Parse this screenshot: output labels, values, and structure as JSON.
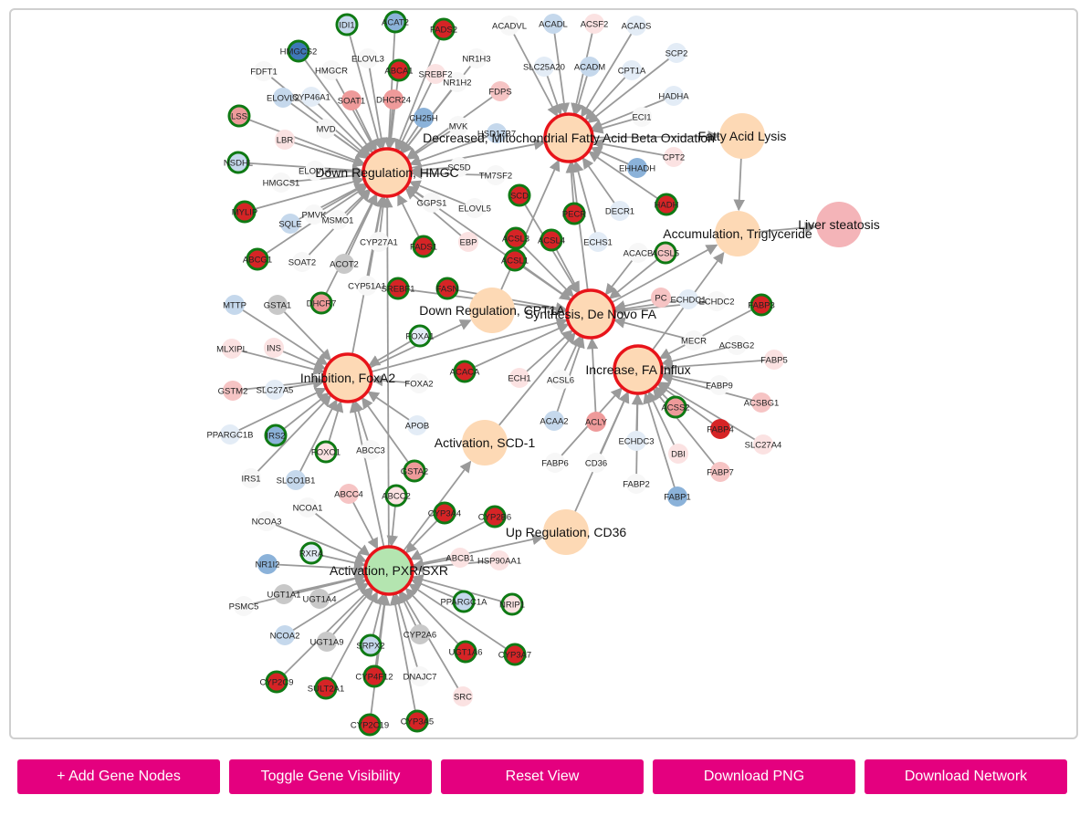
{
  "colors": {
    "edge": "#9a9a9a",
    "hub_stroke": "#e8141a",
    "hub_fill": "#fdd9b5",
    "hub_fill_pxr": "#b4e5b0",
    "process_fill": "#fdd9b5",
    "steatosis_fill": "#f4b4b8",
    "ring": "#0f7a14",
    "button": "#e4007f",
    "button_text": "#ffffff"
  },
  "palette": {
    "dblue": "#3f78b8",
    "blue": "#8bb2d9",
    "lblue": "#c5d8ec",
    "vlblue": "#e3ecf6",
    "white": "#f7f7f7",
    "vlpink": "#fbe2e2",
    "lpink": "#f6c4c4",
    "pink": "#ee9a9a",
    "red": "#d62426",
    "gray": "#c8c8c8"
  },
  "hubs": [
    {
      "id": "hmgc",
      "label": "Down Regulation, HMGC",
      "fill": "hub"
    },
    {
      "id": "fao",
      "label": "Decreased, Mitochondrial Fatty Acid Beta Oxidation",
      "fill": "hub"
    },
    {
      "id": "dnfa",
      "label": "Synthesis, De Novo FA",
      "fill": "hub"
    },
    {
      "id": "fain",
      "label": "Increase, FA Influx",
      "fill": "hub"
    },
    {
      "id": "foxa2",
      "label": "Inhibition, FoxA2",
      "fill": "hub"
    },
    {
      "id": "pxr",
      "label": "Activation, PXR/SXR",
      "fill": "pxr"
    }
  ],
  "processes": [
    {
      "id": "fal",
      "label": "Fatty Acid Lysis"
    },
    {
      "id": "tg",
      "label": "Accumulation, Triglyceride"
    },
    {
      "id": "cpt",
      "label": "Down Regulation, CPT1A"
    },
    {
      "id": "scd",
      "label": "Activation, SCD-1"
    },
    {
      "id": "cd36",
      "label": "Up Regulation, CD36"
    },
    {
      "id": "steat",
      "label": "Liver steatosis",
      "fill": "steatosis"
    }
  ],
  "genes": [
    {
      "label": "IDI1",
      "c": "lblue",
      "ring": true,
      "hub": "hmgc"
    },
    {
      "label": "ACAT2",
      "c": "blue",
      "ring": true,
      "hub": "hmgc"
    },
    {
      "label": "FADS2",
      "c": "red",
      "ring": true,
      "hub": "hmgc"
    },
    {
      "label": "HMGCS2",
      "c": "dblue",
      "ring": true,
      "hub": "hmgc"
    },
    {
      "label": "FDFT1",
      "c": "white",
      "hub": "hmgc"
    },
    {
      "label": "HMGCR",
      "c": "white",
      "hub": "hmgc"
    },
    {
      "label": "ELOVL3",
      "c": "white",
      "hub": "hmgc"
    },
    {
      "label": "ABCA1",
      "c": "red",
      "ring": true,
      "hub": "hmgc"
    },
    {
      "label": "SREBF2",
      "c": "vlpink",
      "hub": "hmgc"
    },
    {
      "label": "NR1H3",
      "c": "white",
      "hub": "hmgc"
    },
    {
      "label": "NR1H2",
      "c": "white",
      "hub": "hmgc"
    },
    {
      "label": "FDPS",
      "c": "lpink",
      "hub": "hmgc"
    },
    {
      "label": "ELOVL2",
      "c": "lblue",
      "hub": "hmgc"
    },
    {
      "label": "CYP46A1",
      "c": "vlblue",
      "hub": "hmgc"
    },
    {
      "label": "SOAT1",
      "c": "pink",
      "hub": "hmgc"
    },
    {
      "label": "DHCR24",
      "c": "pink",
      "hub": "hmgc"
    },
    {
      "label": "LSS",
      "c": "pink",
      "ring": true,
      "hub": "hmgc"
    },
    {
      "label": "MVD",
      "c": "white",
      "hub": "hmgc"
    },
    {
      "label": "CH25H",
      "c": "blue",
      "hub": "hmgc"
    },
    {
      "label": "MVK",
      "c": "white",
      "hub": "hmgc"
    },
    {
      "label": "HSD17B7",
      "c": "lblue",
      "hub": "hmgc"
    },
    {
      "label": "LBR",
      "c": "vlpink",
      "hub": "hmgc"
    },
    {
      "label": "NSDHL",
      "c": "lblue",
      "ring": true,
      "hub": "hmgc"
    },
    {
      "label": "ELOVL4",
      "c": "white",
      "hub": "hmgc"
    },
    {
      "label": "SC5D",
      "c": "white",
      "hub": "hmgc"
    },
    {
      "label": "TM7SF2",
      "c": "white",
      "hub": "hmgc"
    },
    {
      "label": "HMGCS1",
      "c": "white",
      "hub": "hmgc"
    },
    {
      "label": "GGPS1",
      "c": "white",
      "hub": "hmgc"
    },
    {
      "label": "MYLIP",
      "c": "red",
      "ring": true,
      "hub": "hmgc"
    },
    {
      "label": "PMVK",
      "c": "white",
      "hub": "hmgc"
    },
    {
      "label": "SQLE",
      "c": "lblue",
      "hub": "hmgc"
    },
    {
      "label": "MSMO1",
      "c": "white",
      "hub": "hmgc"
    },
    {
      "label": "ELOVL5",
      "c": "white",
      "hub": "hmgc"
    },
    {
      "label": "SCD",
      "c": "red",
      "ring": true,
      "hub": "dnfa"
    },
    {
      "label": "CYP27A1",
      "c": "white",
      "hub": "hmgc"
    },
    {
      "label": "FADS1",
      "c": "red",
      "ring": true,
      "hub": "hmgc"
    },
    {
      "label": "EBP",
      "c": "vlpink",
      "hub": "hmgc"
    },
    {
      "label": "ABCG1",
      "c": "red",
      "ring": true,
      "hub": "hmgc"
    },
    {
      "label": "SOAT2",
      "c": "white",
      "hub": "hmgc"
    },
    {
      "label": "ACOT2",
      "c": "gray",
      "hub": "hmgc"
    },
    {
      "label": "CYP51A1",
      "c": "white",
      "hub": "hmgc"
    },
    {
      "label": "SREBF1",
      "c": "red",
      "ring": true,
      "hub": "dnfa"
    },
    {
      "label": "DHCR7",
      "c": "pink",
      "ring": true,
      "hub": "hmgc"
    },
    {
      "label": "FASN",
      "c": "red",
      "ring": true,
      "hub": "dnfa"
    },
    {
      "label": "ACADVL",
      "c": "white",
      "hub": "fao"
    },
    {
      "label": "ACADL",
      "c": "lblue",
      "hub": "fao"
    },
    {
      "label": "ACSF2",
      "c": "vlpink",
      "hub": "fao"
    },
    {
      "label": "ACADS",
      "c": "vlblue",
      "hub": "fao"
    },
    {
      "label": "SCP2",
      "c": "vlblue",
      "hub": "fao"
    },
    {
      "label": "SLC25A20",
      "c": "vlblue",
      "hub": "fao"
    },
    {
      "label": "ACADM",
      "c": "lblue",
      "hub": "fao"
    },
    {
      "label": "CPT1A",
      "c": "vlblue",
      "hub": "fao"
    },
    {
      "label": "HADHA",
      "c": "vlblue",
      "hub": "fao"
    },
    {
      "label": "ECI1",
      "c": "white",
      "hub": "fao"
    },
    {
      "label": "CPT2",
      "c": "vlpink",
      "hub": "fao"
    },
    {
      "label": "EHHADH",
      "c": "blue",
      "hub": "fao"
    },
    {
      "label": "HADH",
      "c": "red",
      "ring": true,
      "hub": "fao"
    },
    {
      "label": "PECR",
      "c": "red",
      "ring": true,
      "hub": "fao"
    },
    {
      "label": "DECR1",
      "c": "vlblue",
      "hub": "fao"
    },
    {
      "label": "ECHS1",
      "c": "vlblue",
      "hub": "fao"
    },
    {
      "label": "ACSL3",
      "c": "red",
      "ring": true,
      "hub": "dnfa"
    },
    {
      "label": "ACSL4",
      "c": "red",
      "ring": true,
      "hub": "dnfa"
    },
    {
      "label": "ACSL1",
      "c": "red",
      "ring": true,
      "hub": "dnfa"
    },
    {
      "label": "ACACB",
      "c": "white",
      "hub": "dnfa"
    },
    {
      "label": "ACSL5",
      "c": "lpink",
      "ring": true,
      "hub": "dnfa"
    },
    {
      "label": "PC",
      "c": "lpink",
      "hub": "dnfa"
    },
    {
      "label": "ECHDC1",
      "c": "vlblue",
      "hub": "dnfa"
    },
    {
      "label": "ECHDC2",
      "c": "white",
      "hub": "dnfa"
    },
    {
      "label": "FABP3",
      "c": "red",
      "ring": true,
      "hub": "fain"
    },
    {
      "label": "MECR",
      "c": "white",
      "hub": "dnfa"
    },
    {
      "label": "ACSBG2",
      "c": "white",
      "hub": "fain"
    },
    {
      "label": "FABP5",
      "c": "vlpink",
      "hub": "fain"
    },
    {
      "label": "FABP9",
      "c": "white",
      "hub": "fain"
    },
    {
      "label": "ACSBG1",
      "c": "lpink",
      "hub": "fain"
    },
    {
      "label": "ACSS2",
      "c": "pink",
      "ring": true,
      "hub": "fain"
    },
    {
      "label": "FABP4",
      "c": "red",
      "hub": "fain"
    },
    {
      "label": "SLC27A4",
      "c": "vlpink",
      "hub": "fain"
    },
    {
      "label": "DBI",
      "c": "vlpink",
      "hub": "fain"
    },
    {
      "label": "FABP7",
      "c": "lpink",
      "hub": "fain"
    },
    {
      "label": "ECHDC3",
      "c": "vlblue",
      "hub": "fain"
    },
    {
      "label": "FABP2",
      "c": "white",
      "hub": "fain"
    },
    {
      "label": "FABP1",
      "c": "blue",
      "hub": "fain"
    },
    {
      "label": "CD36",
      "c": "white",
      "hub": "fain"
    },
    {
      "label": "FABP6",
      "c": "white",
      "hub": "fain"
    },
    {
      "label": "ACLY",
      "c": "pink",
      "hub": "dnfa"
    },
    {
      "label": "ACAA2",
      "c": "lblue",
      "hub": "dnfa"
    },
    {
      "label": "ACSL6",
      "c": "white",
      "hub": "dnfa"
    },
    {
      "label": "ECH1",
      "c": "vlpink",
      "hub": "dnfa"
    },
    {
      "label": "ACACA",
      "c": "red",
      "ring": true,
      "hub": "dnfa"
    },
    {
      "label": "MTTP",
      "c": "lblue",
      "hub": "foxa2"
    },
    {
      "label": "GSTA1",
      "c": "gray",
      "hub": "foxa2"
    },
    {
      "label": "FOXA1",
      "c": "vlblue",
      "ring": true,
      "hub": "foxa2"
    },
    {
      "label": "MLXIPL",
      "c": "vlpink",
      "hub": "foxa2"
    },
    {
      "label": "INS",
      "c": "vlpink",
      "hub": "foxa2"
    },
    {
      "label": "FOXA2",
      "c": "white",
      "hub": "foxa2"
    },
    {
      "label": "GSTM2",
      "c": "lpink",
      "hub": "foxa2"
    },
    {
      "label": "SLC27A5",
      "c": "vlblue",
      "hub": "foxa2"
    },
    {
      "label": "PPARGC1B",
      "c": "vlblue",
      "hub": "foxa2"
    },
    {
      "label": "IRS2",
      "c": "blue",
      "ring": true,
      "hub": "foxa2"
    },
    {
      "label": "APOB",
      "c": "vlblue",
      "hub": "foxa2"
    },
    {
      "label": "FOXO1",
      "c": "vlpink",
      "ring": true,
      "hub": "foxa2"
    },
    {
      "label": "ABCC3",
      "c": "white",
      "hub": "foxa2"
    },
    {
      "label": "IRS1",
      "c": "white",
      "hub": "foxa2"
    },
    {
      "label": "SLCO1B1",
      "c": "lblue",
      "hub": "foxa2"
    },
    {
      "label": "GSTA2",
      "c": "pink",
      "ring": true,
      "hub": "foxa2"
    },
    {
      "label": "ABCC4",
      "c": "lpink",
      "hub": "pxr"
    },
    {
      "label": "ABCC2",
      "c": "vlpink",
      "ring": true,
      "hub": "pxr"
    },
    {
      "label": "NCOA1",
      "c": "white",
      "hub": "pxr"
    },
    {
      "label": "NCOA3",
      "c": "white",
      "hub": "pxr"
    },
    {
      "label": "CYP3A4",
      "c": "red",
      "ring": true,
      "hub": "pxr"
    },
    {
      "label": "CYP2B6",
      "c": "red",
      "ring": true,
      "hub": "pxr"
    },
    {
      "label": "RXRA",
      "c": "vlblue",
      "ring": true,
      "hub": "pxr"
    },
    {
      "label": "NR1I2",
      "c": "blue",
      "hub": "pxr"
    },
    {
      "label": "ABCB1",
      "c": "vlpink",
      "hub": "pxr"
    },
    {
      "label": "HSP90AA1",
      "c": "vlpink",
      "hub": "pxr"
    },
    {
      "label": "UGT1A1",
      "c": "gray",
      "hub": "pxr"
    },
    {
      "label": "UGT1A4",
      "c": "gray",
      "hub": "pxr"
    },
    {
      "label": "PSMC5",
      "c": "white",
      "hub": "pxr"
    },
    {
      "label": "PPARGC1A",
      "c": "lblue",
      "ring": true,
      "hub": "pxr"
    },
    {
      "label": "NRIP1",
      "c": "vlpink",
      "ring": true,
      "hub": "pxr"
    },
    {
      "label": "NCOA2",
      "c": "lblue",
      "hub": "pxr"
    },
    {
      "label": "UGT1A9",
      "c": "gray",
      "hub": "pxr"
    },
    {
      "label": "SRPX2",
      "c": "lblue",
      "ring": true,
      "hub": "pxr"
    },
    {
      "label": "CYP2A6",
      "c": "gray",
      "hub": "pxr"
    },
    {
      "label": "UGT1A6",
      "c": "red",
      "ring": true,
      "hub": "pxr"
    },
    {
      "label": "CYP3A7",
      "c": "red",
      "ring": true,
      "hub": "pxr"
    },
    {
      "label": "CYP2C9",
      "c": "red",
      "ring": true,
      "hub": "pxr"
    },
    {
      "label": "SULT2A1",
      "c": "red",
      "ring": true,
      "hub": "pxr"
    },
    {
      "label": "CYP4F12",
      "c": "red",
      "ring": true,
      "hub": "pxr"
    },
    {
      "label": "DNAJC7",
      "c": "white",
      "hub": "pxr"
    },
    {
      "label": "SRC",
      "c": "vlpink",
      "hub": "pxr"
    },
    {
      "label": "CYP2C19",
      "c": "red",
      "ring": true,
      "hub": "pxr"
    },
    {
      "label": "CYP3A5",
      "c": "red",
      "ring": true,
      "hub": "pxr"
    }
  ],
  "links": [
    [
      "hmgc",
      "fao"
    ],
    [
      "hmgc",
      "dnfa"
    ],
    [
      "foxa2",
      "hmgc"
    ],
    [
      "foxa2",
      "cpt"
    ],
    [
      "foxa2",
      "dnfa"
    ],
    [
      "pxr",
      "foxa2"
    ],
    [
      "pxr",
      "scd"
    ],
    [
      "pxr",
      "cd36"
    ],
    [
      "pxr",
      "hmgc"
    ],
    [
      "scd",
      "dnfa"
    ],
    [
      "cd36",
      "fain"
    ],
    [
      "cpt",
      "fao"
    ],
    [
      "dnfa",
      "fao"
    ],
    [
      "dnfa",
      "tg"
    ],
    [
      "fain",
      "tg"
    ],
    [
      "fao",
      "fal"
    ],
    [
      "fal",
      "tg"
    ],
    [
      "tg",
      "steat"
    ]
  ],
  "toolbar": {
    "add_label": "+ Add Gene Nodes",
    "toggle_label": "Toggle Gene Visibility",
    "reset_label": "Reset View",
    "png_label": "Download PNG",
    "network_label": "Download Network"
  }
}
